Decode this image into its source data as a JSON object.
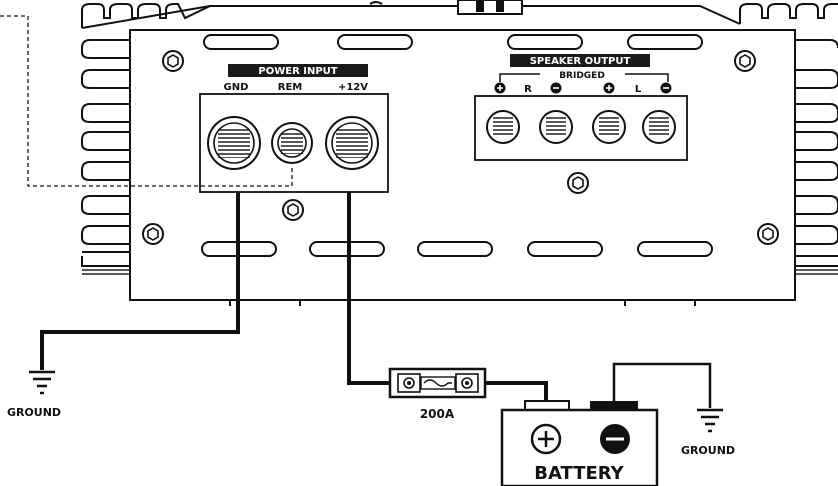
{
  "power_input": {
    "title": "POWER INPUT",
    "gnd": "GND",
    "rem": "REM",
    "plus12v": "+12V"
  },
  "speaker_output": {
    "title": "SPEAKER OUTPUT",
    "bridged": "BRIDGED",
    "right": "R",
    "left": "L"
  },
  "fuse": {
    "rating": "200A"
  },
  "battery": {
    "label": "BATTERY"
  },
  "ground_labels": {
    "left": "GROUND",
    "right": "GROUND"
  },
  "colors": {
    "line": "#111111",
    "panel_header": "#1a1a1a",
    "background": "#ffffff"
  }
}
